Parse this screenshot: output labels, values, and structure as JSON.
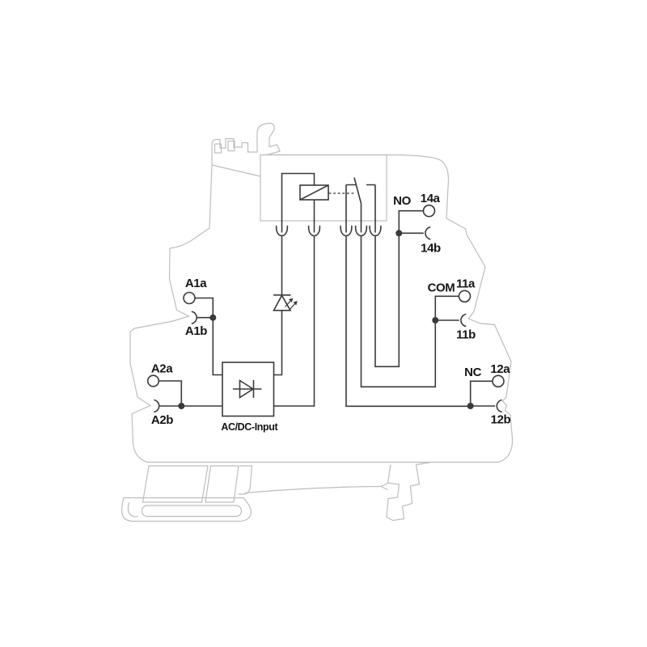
{
  "diagram": {
    "type": "relay-module-wiring-diagram",
    "colors": {
      "background": "#ffffff",
      "circuit_line": "#3a3a3a",
      "housing_outline": "#bdbdbd",
      "label_text": "#151515"
    },
    "input_block": {
      "label": "AC/DC-Input"
    },
    "coil_terminals": {
      "a1a": "A1a",
      "a1b": "A1b",
      "a2a": "A2a",
      "a2b": "A2b"
    },
    "output_terminals": {
      "no": "NO",
      "no_a": "14a",
      "no_b": "14b",
      "com": "COM",
      "com_a": "11a",
      "com_b": "11b",
      "nc": "NC",
      "nc_a": "12a",
      "nc_b": "12b"
    },
    "symbols": [
      "relay-coil",
      "changeover-contact",
      "mechanical-link",
      "led-indicator",
      "rectifier-diode",
      "plug-in-connection",
      "din-rail-mount"
    ]
  }
}
